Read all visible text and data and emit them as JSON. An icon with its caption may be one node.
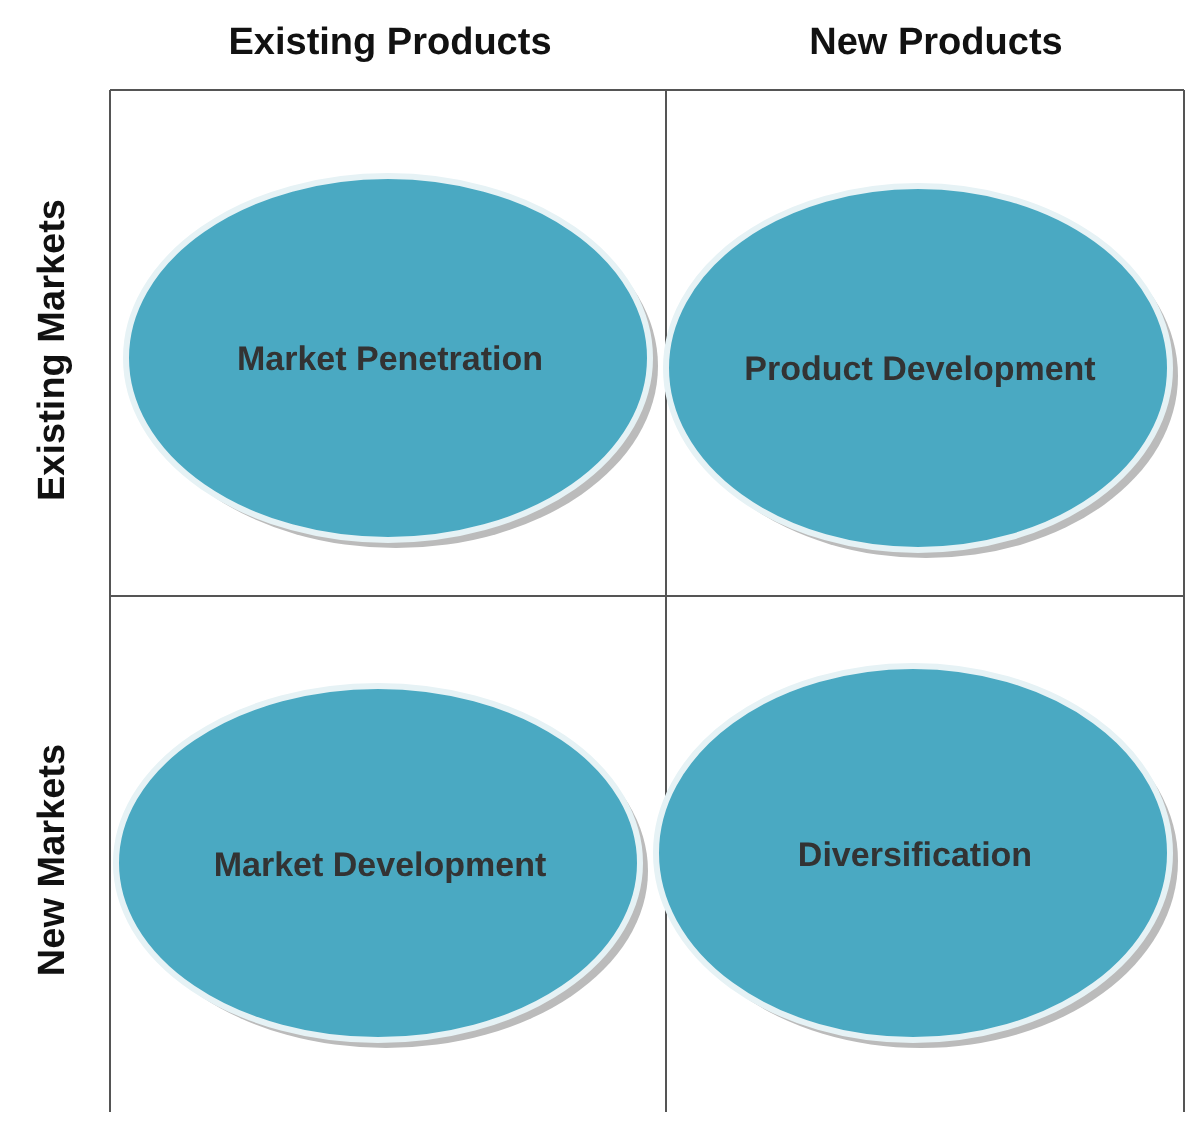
{
  "diagram": {
    "nodes": [
      {
        "text": [
          "Market Penetration"
        ]
      },
      {
        "text": [
          "Product Development"
        ]
      },
      {
        "text": [
          "Market Development"
        ]
      },
      {
        "text": [
          "Diversification"
        ]
      }
    ],
    "labels": [
      "Existing Products",
      "New Products",
      "Existing Markets",
      "New Markets"
    ]
  }
}
